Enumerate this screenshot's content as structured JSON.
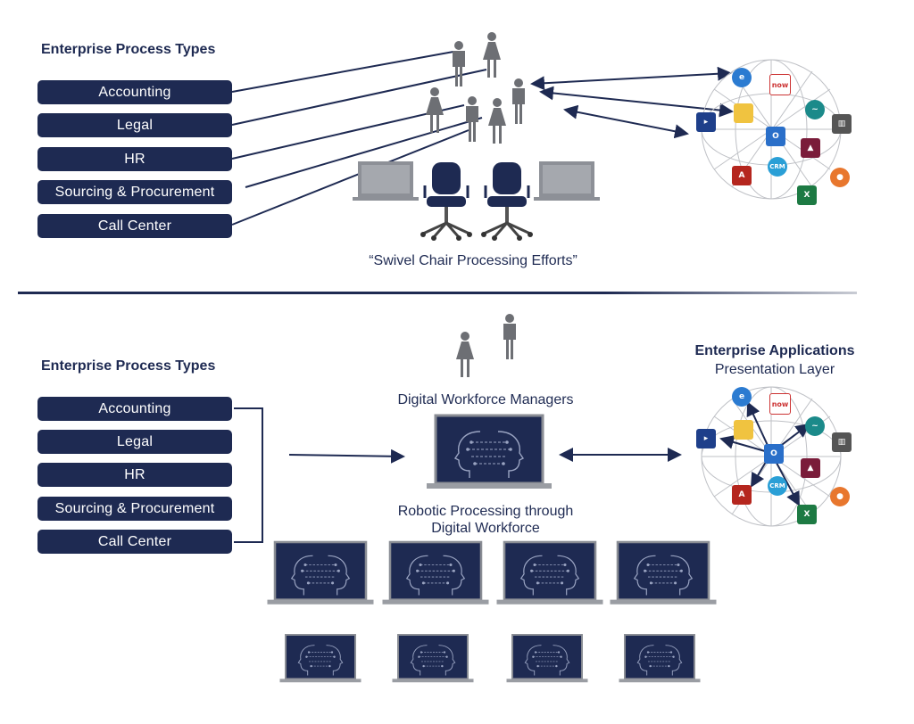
{
  "top": {
    "heading": "Enterprise Process Types",
    "processes": [
      "Accounting",
      "Legal",
      "HR",
      "Sourcing & Procurement",
      "Call Center"
    ],
    "caption": "“Swivel Chair Processing Efforts”"
  },
  "bottom": {
    "heading": "Enterprise Process Types",
    "processes": [
      "Accounting",
      "Legal",
      "HR",
      "Sourcing & Procurement",
      "Call Center"
    ],
    "managers_label": "Digital Workforce Managers",
    "robotic_label_line1": "Robotic Processing through",
    "robotic_label_line2": "Digital Workforce",
    "apps_title": "Enterprise Applications",
    "apps_subtitle": "Presentation Layer"
  },
  "icons": {
    "ie": "internet-explorer-icon",
    "now": "servicenow-icon",
    "outlook": "outlook-icon",
    "crm": "crm-icon",
    "excel": "excel-icon",
    "acrobat": "acrobat-icon",
    "folder": "folder-icon",
    "terminal": "terminal-icon",
    "server": "server-icon",
    "xero": "xero-icon",
    "wave": "app-icon",
    "orange": "app-icon"
  },
  "app_labels": {
    "now": "now",
    "crm": "CRM",
    "outlook": "O",
    "excel": "X"
  },
  "colors": {
    "navy": "#1e2a52",
    "person": "#6d6f74",
    "chair": "#1e2a52",
    "laptop_screen": "#1e2a52",
    "network": "#bfc1c6"
  }
}
